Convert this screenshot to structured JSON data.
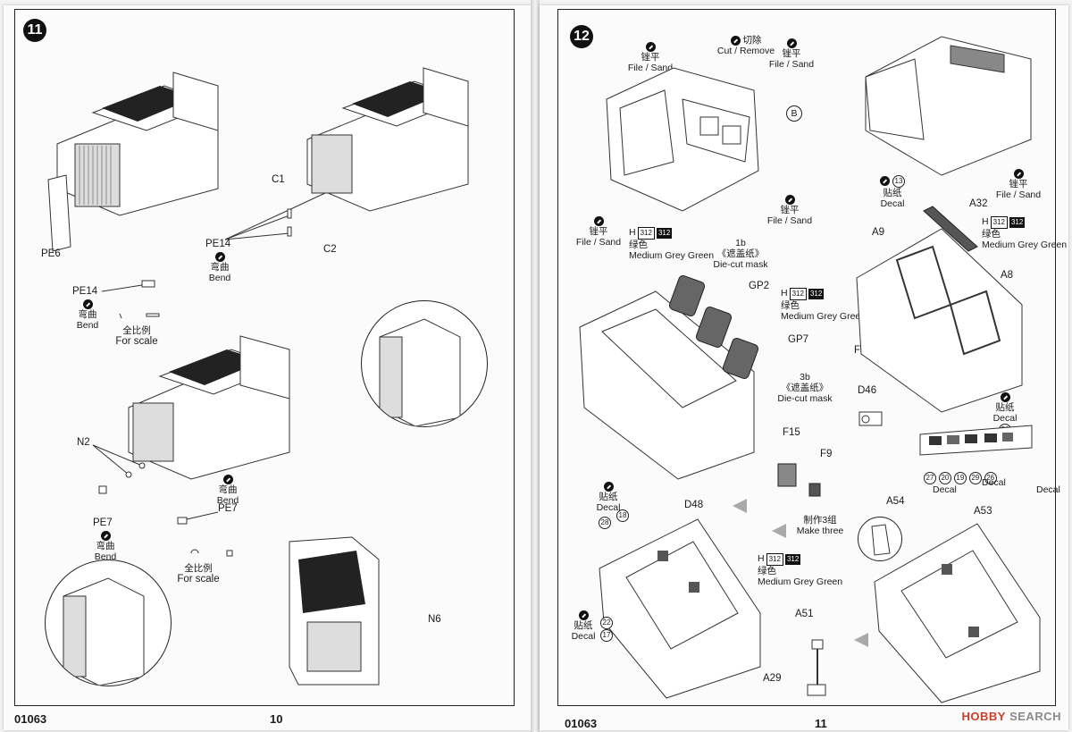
{
  "left_page": {
    "step": "11",
    "footer_code": "01063",
    "page_number": "10",
    "labels": {
      "pe6": "PE6",
      "c1": "C1",
      "c2": "C2",
      "pe14_top": "PE14",
      "bend_cn": "弯曲",
      "bend_en": "Bend",
      "pe14_scale": "PE14",
      "scale_cn": "全比例",
      "scale_en": "For scale",
      "n2": "N2",
      "pe7": "PE7",
      "pe7_scale": "PE7",
      "n6": "N6"
    }
  },
  "right_page": {
    "step": "12",
    "footer_code": "01063",
    "page_number": "11",
    "labels": {
      "file_sand_cn": "锉平",
      "file_sand_en": "File / Sand",
      "cut_remove_cn": "切除",
      "cut_remove_en": "Cut / Remove",
      "part_b": "B",
      "h_code": "H",
      "h_num": "312",
      "color_cn": "绿色",
      "color_en": "Medium Grey Green",
      "mask_1b": "1b",
      "mask_cn": "《遮盖纸》",
      "mask_en": "Die-cut mask",
      "mask_3b": "3b",
      "gp2": "GP2",
      "gp7": "GP7",
      "decal_cn": "贴纸",
      "decal_en": "Decal",
      "a32": "A32",
      "a9": "A9",
      "a8": "A8",
      "f5": "F5",
      "d46": "D46",
      "f15": "F15",
      "f9": "F9",
      "make_three_cn": "制作3组",
      "make_three_en": "Make three",
      "d48": "D48",
      "a51": "A51",
      "a29": "A29",
      "a54": "A54",
      "a53": "A53",
      "decal_nums": [
        "13",
        "21",
        "27",
        "20",
        "19",
        "29",
        "26",
        "28",
        "18",
        "22",
        "17"
      ]
    }
  },
  "watermark": {
    "brand": "HOBBY",
    "suffix": "SEARCH"
  }
}
